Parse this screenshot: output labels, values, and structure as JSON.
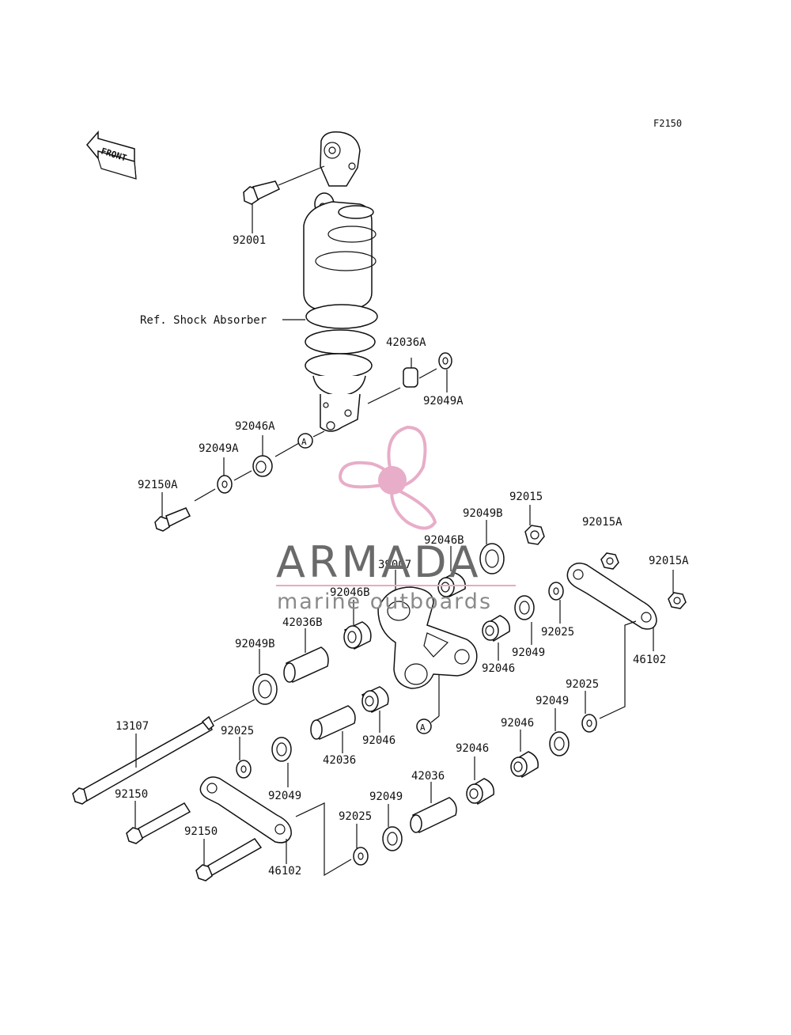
{
  "figure_code": "F2150",
  "front_label": "FRONT",
  "ref_label": "Ref. Shock Absorber",
  "circle_marker": "A",
  "part_labels": {
    "p92001": "92001",
    "p42036A": "42036A",
    "p92049A_r": "92049A",
    "p92046A": "92046A",
    "p92049A_l": "92049A",
    "p92150A": "92150A",
    "p92015": "92015",
    "p92049B_t": "92049B",
    "p92015A_1": "92015A",
    "p92046B_t": "92046B",
    "p39007": "39007",
    "p92015A_2": "92015A",
    "p92046B_m": "92046B",
    "p42036B": "42036B",
    "p92025_r1": "92025",
    "p92049_r1": "92049",
    "p46102_r": "46102",
    "p92049B_l": "92049B",
    "p92046_r1": "92046",
    "p92025_r2": "92025",
    "p92049_r2": "92049",
    "p13107": "13107",
    "p92025_l": "92025",
    "p92046_m": "92046",
    "p42036_m": "42036",
    "p92046_r2": "92046",
    "p92046_r3": "92046",
    "p42036_b": "42036",
    "p92150_1": "92150",
    "p92049_l": "92049",
    "p92049_b": "92049",
    "p92025_b": "92025",
    "p92150_2": "92150",
    "p46102_l": "46102"
  },
  "watermark": {
    "brand": "ARMADA",
    "tagline": "marine outboards",
    "brand_color": "#6a6a6a",
    "accent_color": "#e7a9c6"
  }
}
